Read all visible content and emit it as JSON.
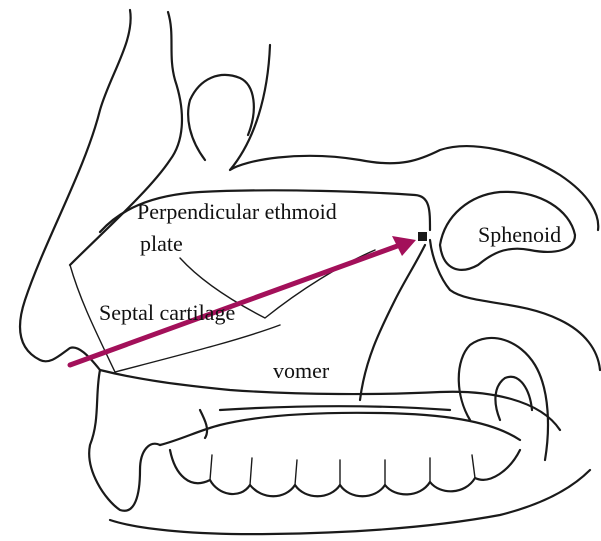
{
  "labels": {
    "ethmoid_line1": "Perpendicular ethmoid",
    "ethmoid_line2": "plate",
    "sphenoid": "Sphenoid",
    "septal": "Septal cartilage",
    "vomer": "vomer"
  },
  "colors": {
    "arrow": "#a3105a",
    "ink": "#1a1a1a",
    "background": "#ffffff"
  }
}
